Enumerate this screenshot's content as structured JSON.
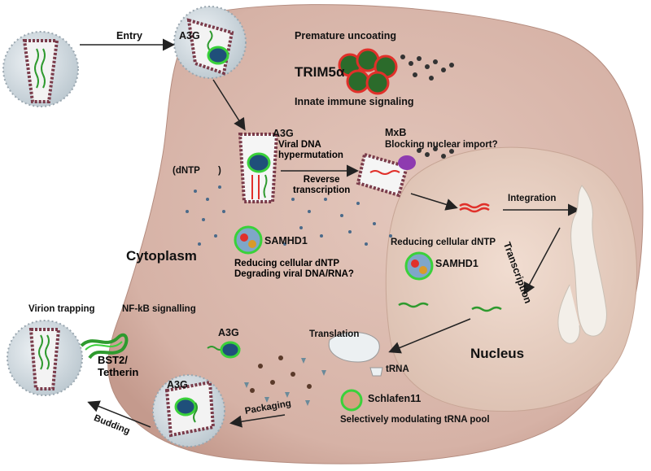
{
  "labels": {
    "entry": "Entry",
    "a3g_top": "A3G",
    "premature_uncoating": "Premature uncoating",
    "trim5a": "TRIM5α",
    "innate_immune": "Innate immune signaling",
    "a3g_mid": "A3G",
    "viral_dna": "Viral DNA",
    "hypermutation": "hypermutation",
    "mxb": "MxB",
    "blocking_nuclear_import": "Blocking nuclear import?",
    "dntp": "(dNTP",
    "dntp_close": ")",
    "reverse": "Reverse",
    "transcription_rt": "transcription",
    "integration": "Integration",
    "transcription_nuc": "Transcription",
    "samhd1_cyto": "SAMHD1",
    "cytoplasm": "Cytoplasm",
    "reducing_dntp_cyto": "Reducing cellular dNTP",
    "degrading": "Degrading viral DNA/RNA?",
    "reducing_dntp_nuc": "Reducing cellular dNTP",
    "samhd1_nuc": "SAMHD1",
    "virion_trapping": "Virion trapping",
    "nfkb": "NF-kB signalling",
    "a3g_bottom": "A3G",
    "translation": "Translation",
    "bst2": "BST2/",
    "tetherin": "Tetherin",
    "nucleus": "Nucleus",
    "trna": "tRNA",
    "a3g_virion": "A3G",
    "packaging": "Packaging",
    "budding": "Budding",
    "schlafen": "Schlafen11",
    "selectively": "Selectively modulating tRNA pool"
  },
  "colors": {
    "cell": "#d9b8ad",
    "nucleus": "#ead3c6",
    "virion": "#c7d3da",
    "capsid": "#7a3b4a",
    "rna": "#2e9a2e",
    "dna": "#e0302a",
    "a3g": "#1f4f7a",
    "halo": "#3ad13a",
    "mxb": "#8e3bb0",
    "trim": "#2b6b2b"
  }
}
